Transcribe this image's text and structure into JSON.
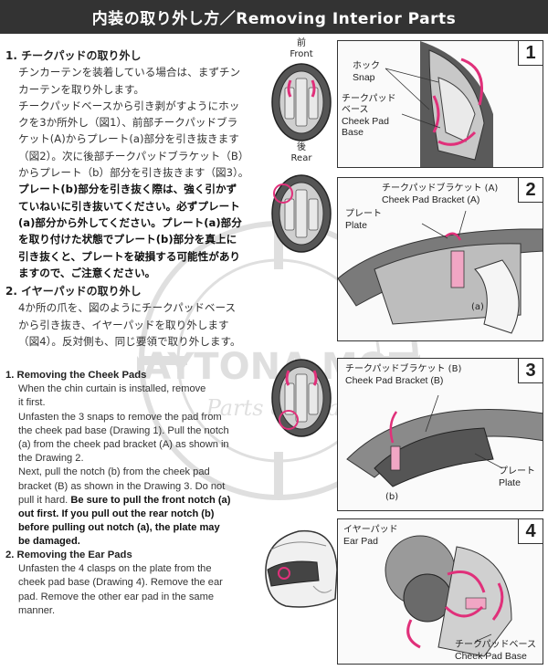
{
  "header": {
    "title": "内装の取り外し方／Removing Interior Parts"
  },
  "watermark": {
    "line1": "DAYTONA MOTO",
    "line2": "Parts & Gear"
  },
  "jp": {
    "section1": {
      "heading": "1. チークパッドの取り外し",
      "lines": [
        "チンカーテンを装着している場合は、まずチン",
        "カーテンを取り外します。",
        "チークパッドベースから引き剥がすようにホッ",
        "クを3か所外し（図1）、前部チークパッドブラ",
        "ケット(A)からプレート(a)部分を引き抜きます",
        "（図2）。次に後部チークパッドブラケット（B）",
        "からプレート（b）部分を引き抜きます（図3）。"
      ],
      "bold_lines": [
        "プレート(b)部分を引き抜く際は、強く引かず",
        "ていねいに引き抜いてください。必ずプレート",
        "(a)部分から外してください。プレート(a)部分",
        "を取り付けた状態でプレート(b)部分を真上に",
        "引き抜くと、プレートを破損する可能性があり",
        "ますので、ご注意ください。"
      ]
    },
    "section2": {
      "heading": "2. イヤーパッドの取り外し",
      "lines": [
        "4か所の爪を、図のようにチークパッドベース",
        "から引き抜き、イヤーパッドを取り外します",
        "（図4）。反対側も、同じ要領で取り外します。"
      ]
    }
  },
  "en": {
    "section1": {
      "heading": "1. Removing the Cheek Pads",
      "lines": [
        "When the chin curtain is installed, remove",
        "it first.",
        "Unfasten the 3 snaps to remove the pad from",
        "the cheek pad base (Drawing 1). Pull the notch",
        "(a) from the cheek pad bracket (A) as shown in",
        "the Drawing 2.",
        "Next, pull the notch (b) from the cheek pad",
        "bracket (B) as shown in the Drawing 3. Do not",
        "pull it hard."
      ],
      "bold_lines": [
        "Be sure to pull the front notch (a)",
        "out first. If you pull out the rear notch (b)",
        "before pulling out notch (a), the plate may",
        "be damaged."
      ]
    },
    "section2": {
      "heading": "2. Removing the Ear Pads",
      "lines": [
        "Unfasten the 4 clasps on the plate from the",
        "cheek pad base (Drawing 4). Remove the ear",
        "pad. Remove the other ear pad in the same",
        "manner."
      ]
    }
  },
  "thumb": {
    "front_jp": "前",
    "front_en": "Front",
    "rear_jp": "後",
    "rear_en": "Rear"
  },
  "panels": {
    "p1": {
      "number": "1",
      "snap_jp": "ホック",
      "snap_en": "Snap",
      "base_jp1": "チークパッド",
      "base_jp2": "ベース",
      "base_en1": "Cheek Pad",
      "base_en2": "Base"
    },
    "p2": {
      "number": "2",
      "bracket_jp": "チークパッドブラケット (A)",
      "bracket_en": "Cheek Pad Bracket (A)",
      "plate_jp": "プレート",
      "plate_en": "Plate",
      "notch": "(a)"
    },
    "p3": {
      "number": "3",
      "bracket_jp": "チークパッドブラケット (B)",
      "bracket_en": "Cheek Pad Bracket (B)",
      "plate_jp": "プレート",
      "plate_en": "Plate",
      "notch": "(b)"
    },
    "p4": {
      "number": "4",
      "earpad_jp": "イヤーパッド",
      "earpad_en": "Ear Pad",
      "base_jp": "チークパッドベース",
      "base_en": "Cheek Pad Base"
    }
  },
  "colors": {
    "header_bg": "#333333",
    "accent_magenta": "#e0307a",
    "pad_pink": "#f1a6c4"
  }
}
